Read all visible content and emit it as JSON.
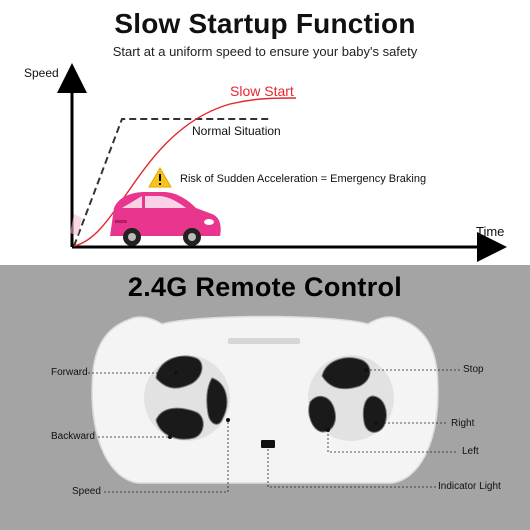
{
  "header": {
    "title": "Slow Startup Function",
    "subtitle": "Start at a uniform speed to ensure your baby's safety"
  },
  "chart": {
    "y_axis_label": "Speed",
    "x_axis_label": "Time",
    "slow_start_label": "Slow Start",
    "normal_label": "Normal Situation",
    "warning_label": "Risk of Sudden Acceleration = Emergency Braking",
    "colors": {
      "slow_start": "#e5272d",
      "normal": "#333333",
      "car": "#e8368f",
      "warning": "#f5c518"
    }
  },
  "remote": {
    "title": "2.4G Remote Control",
    "labels": {
      "forward": "Forward",
      "backward": "Backward",
      "speed": "Speed",
      "stop": "Stop",
      "right": "Right",
      "left": "Left",
      "indicator": "Indicator Light"
    }
  }
}
